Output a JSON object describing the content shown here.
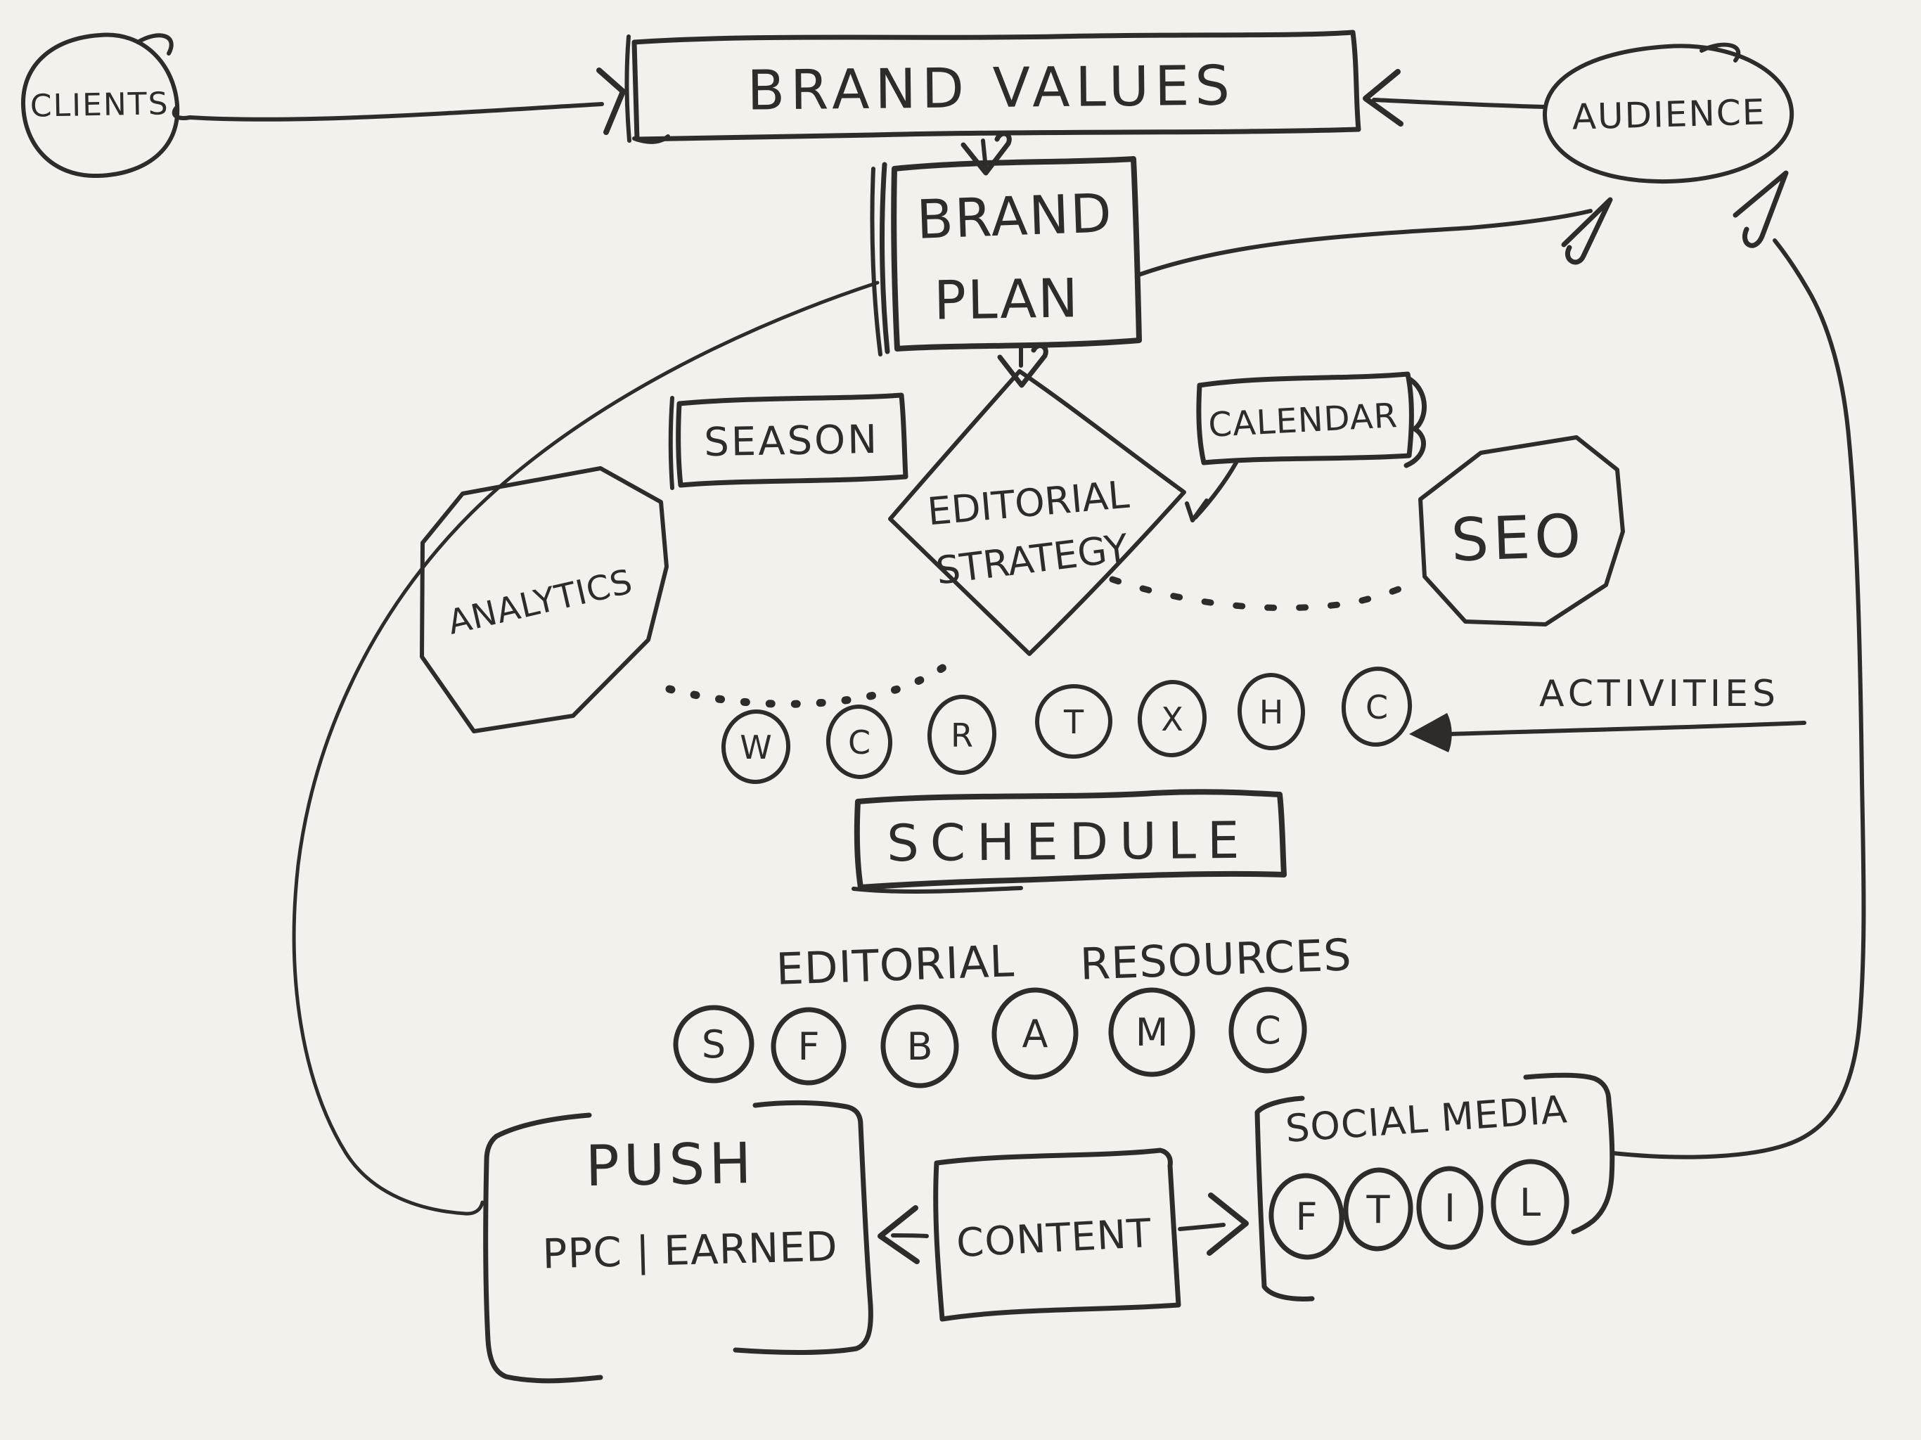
{
  "palette": {
    "background": "#f2f1ec",
    "ink": "#2e2c28"
  },
  "nodes": {
    "clients": {
      "label": "CLIENTS",
      "shape": "ellipse"
    },
    "brand_values": {
      "label": "BRAND VALUES",
      "shape": "rectangle"
    },
    "audience": {
      "label": "AUDIENCE",
      "shape": "ellipse"
    },
    "brand_plan": {
      "lines": [
        "BRAND",
        "PLAN"
      ],
      "shape": "rectangle"
    },
    "season": {
      "label": "SEASON",
      "shape": "rectangle"
    },
    "editorial_strategy": {
      "lines": [
        "EDITORIAL",
        "STRATEGY"
      ],
      "shape": "diamond"
    },
    "calendar": {
      "label": "CALENDAR",
      "shape": "rectangle"
    },
    "analytics": {
      "label": "ANALYTICS",
      "shape": "octagon"
    },
    "seo": {
      "label": "SEO",
      "shape": "octagon"
    },
    "activities": {
      "label": "ACTIVITIES"
    },
    "schedule": {
      "label": "SCHEDULE",
      "shape": "rectangle"
    },
    "editorial_resources": {
      "words": [
        "EDITORIAL",
        "RESOURCES"
      ]
    },
    "push": {
      "lines": [
        "PUSH",
        "PPC | EARNED"
      ],
      "shape": "bracket-box"
    },
    "content": {
      "label": "CONTENT",
      "shape": "rectangle"
    },
    "social_media": {
      "label": "SOCIAL MEDIA",
      "shape": "bracket-box"
    }
  },
  "letter_circles": {
    "activities_row": [
      "W",
      "C",
      "R",
      "T",
      "X",
      "H",
      "C"
    ],
    "resources_row": [
      "S",
      "F",
      "B",
      "A",
      "M",
      "C"
    ],
    "social_row": [
      "F",
      "T",
      "I",
      "L"
    ]
  }
}
